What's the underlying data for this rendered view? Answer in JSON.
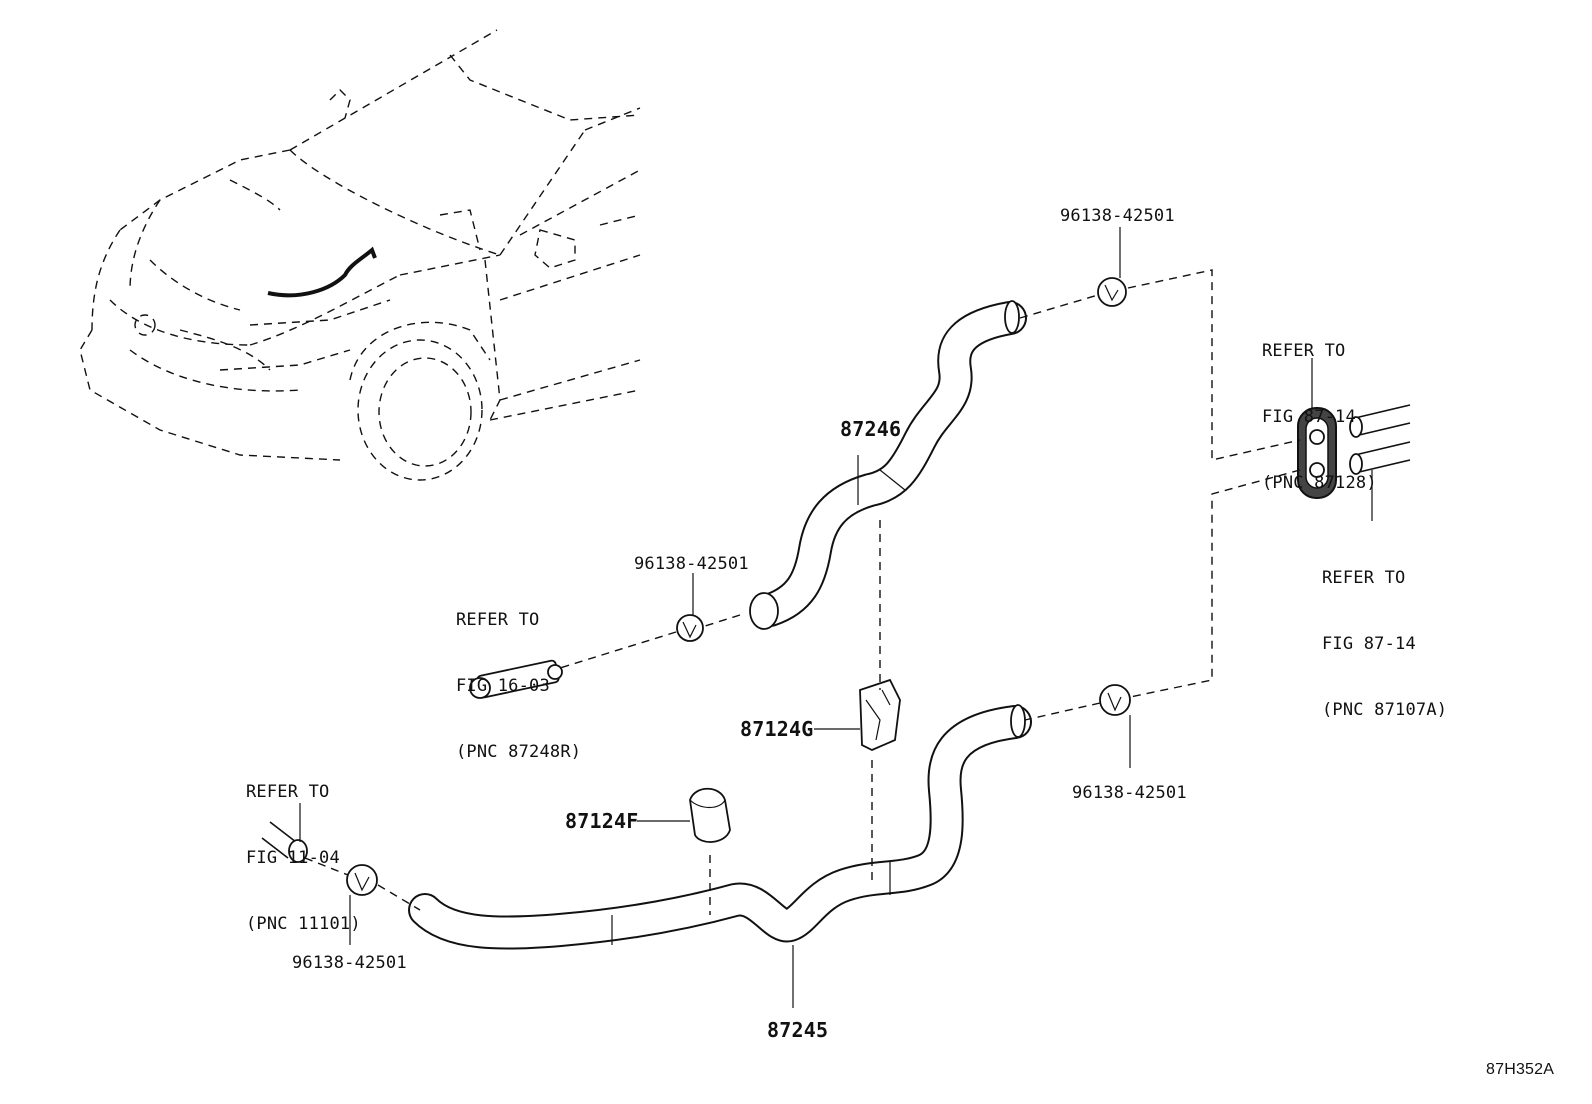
{
  "figure_id": "87H352A",
  "labels": {
    "hose_upper": "87246",
    "hose_lower": "87245",
    "clamp_g": "87124G",
    "clamp_f": "87124F",
    "clip_top": "96138-42501",
    "clip_mid": "96138-42501",
    "clip_right": "96138-42501",
    "clip_bottom": "96138-42501"
  },
  "references": {
    "fig_87_14_a": [
      "REFER TO",
      "FIG 87-14",
      "(PNC 87128)"
    ],
    "fig_87_14_b": [
      "REFER TO",
      "FIG 87-14",
      "(PNC 87107A)"
    ],
    "fig_16_03": [
      "REFER TO",
      "FIG 16-03",
      "(PNC 87248R)"
    ],
    "fig_11_04": [
      "REFER TO",
      "FIG 11-04",
      "(PNC 11101)"
    ]
  }
}
